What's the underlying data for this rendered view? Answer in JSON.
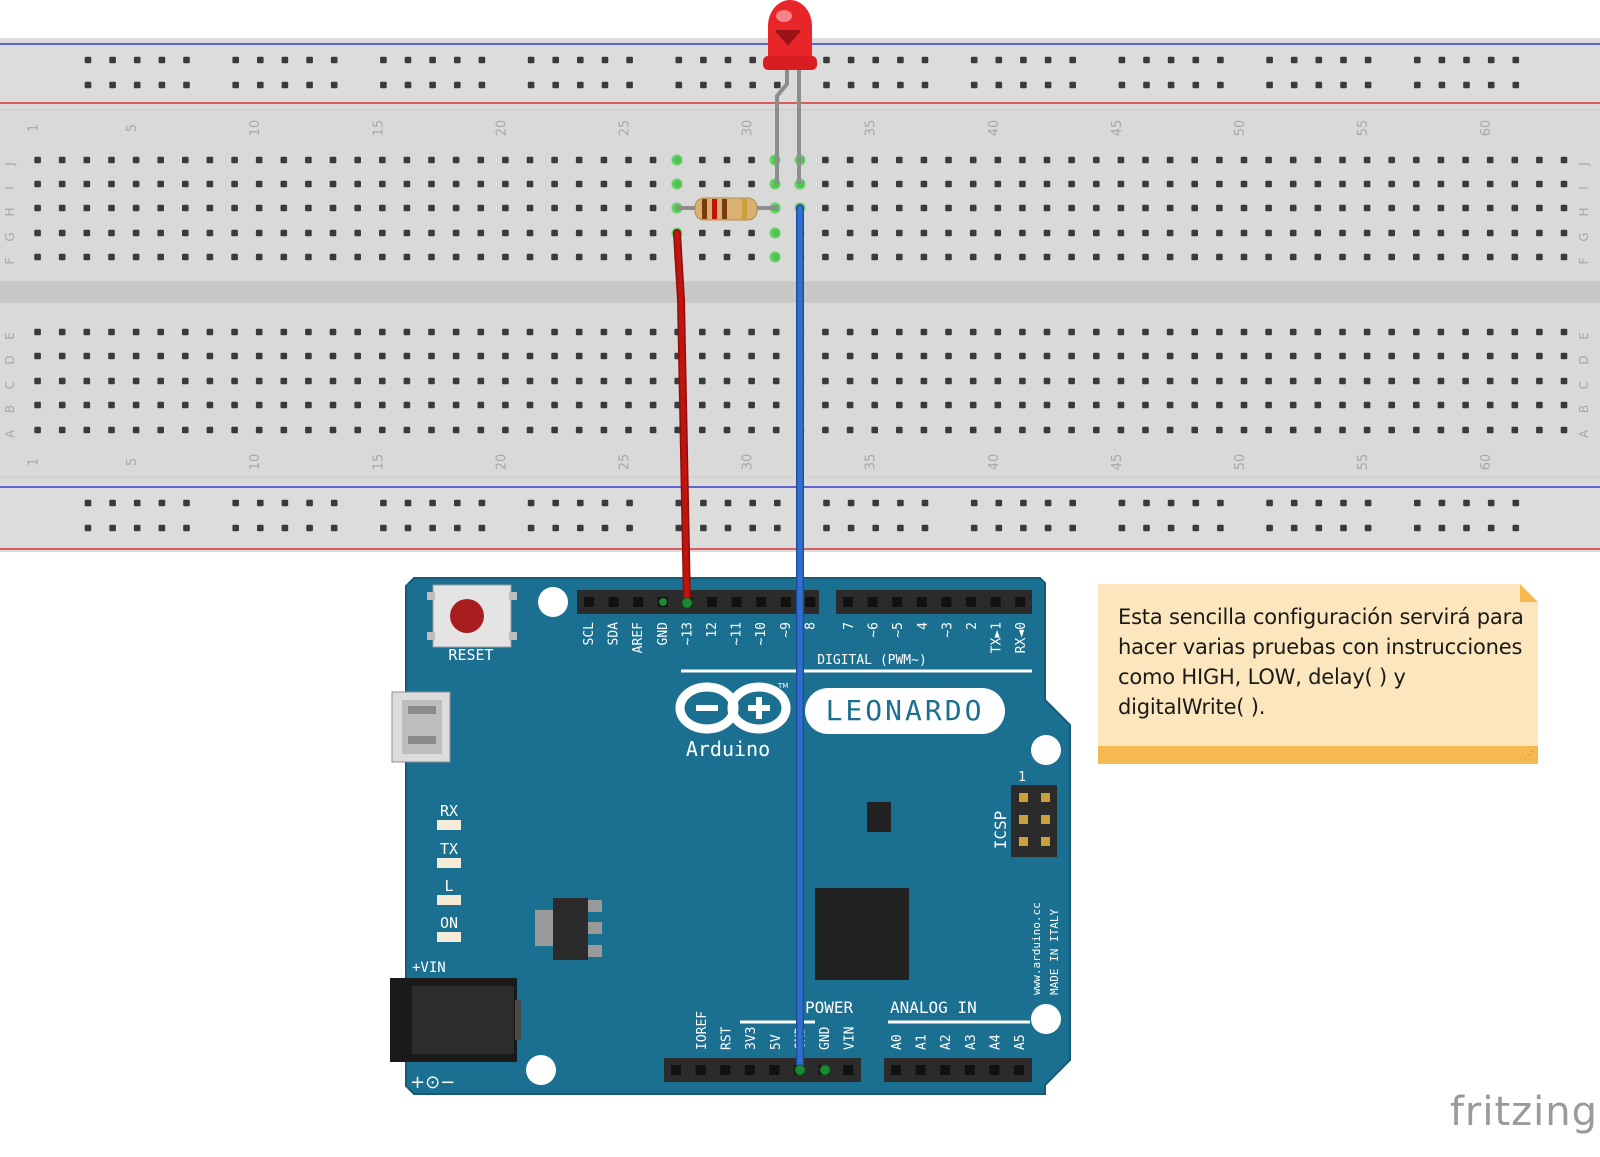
{
  "breadboard": {
    "column_numbers": [
      "1",
      "5",
      "10",
      "15",
      "20",
      "25",
      "30",
      "35",
      "40",
      "45",
      "50",
      "55",
      "60"
    ],
    "row_letters_top": [
      "J",
      "I",
      "H",
      "G",
      "F"
    ],
    "row_letters_bottom": [
      "E",
      "D",
      "C",
      "B",
      "A"
    ]
  },
  "board": {
    "reset_label": "RESET",
    "brand": "Arduino",
    "model": "LEONARDO",
    "tm": "TM",
    "digital_label": "DIGITAL (PWM~)",
    "power_label": "POWER",
    "analog_label": "ANALOG IN",
    "icsp_label": "ICSP",
    "icsp_pin1": "1",
    "vin_label": "+VIN",
    "polarity_label": "+⊙−",
    "website": "www.arduino.cc",
    "made_in": "MADE IN ITALY",
    "leds": [
      "RX",
      "TX",
      "L",
      "ON"
    ],
    "top_left_pins": [
      "SCL",
      "SDA",
      "AREF",
      "GND",
      "~13",
      "12",
      "~11",
      "~10",
      "~9",
      "8"
    ],
    "top_right_pins": [
      "7",
      "~6",
      "~5",
      "4",
      "~3",
      "2",
      "TX►1",
      "RX◄0"
    ],
    "power_pins": [
      "IOREF",
      "RST",
      "3V3",
      "5V",
      "GND",
      "GND",
      "VIN"
    ],
    "analog_pins": [
      "A0",
      "A1",
      "A2",
      "A3",
      "A4",
      "A5"
    ]
  },
  "note": {
    "text": "Esta sencilla configuración servirá para hacer varias pruebas con instrucciones como HIGH, LOW, delay( ) y digitalWrite( )."
  },
  "footer": {
    "brand": "fritzing"
  },
  "colors": {
    "breadboard": "#d9d9d9",
    "board": "#1b7091",
    "red_wire": "#c0140f",
    "blue_wire": "#2f6fd1",
    "led": "#e8262a",
    "note_bg": "#fce6bd",
    "note_bar": "#f6b952"
  }
}
